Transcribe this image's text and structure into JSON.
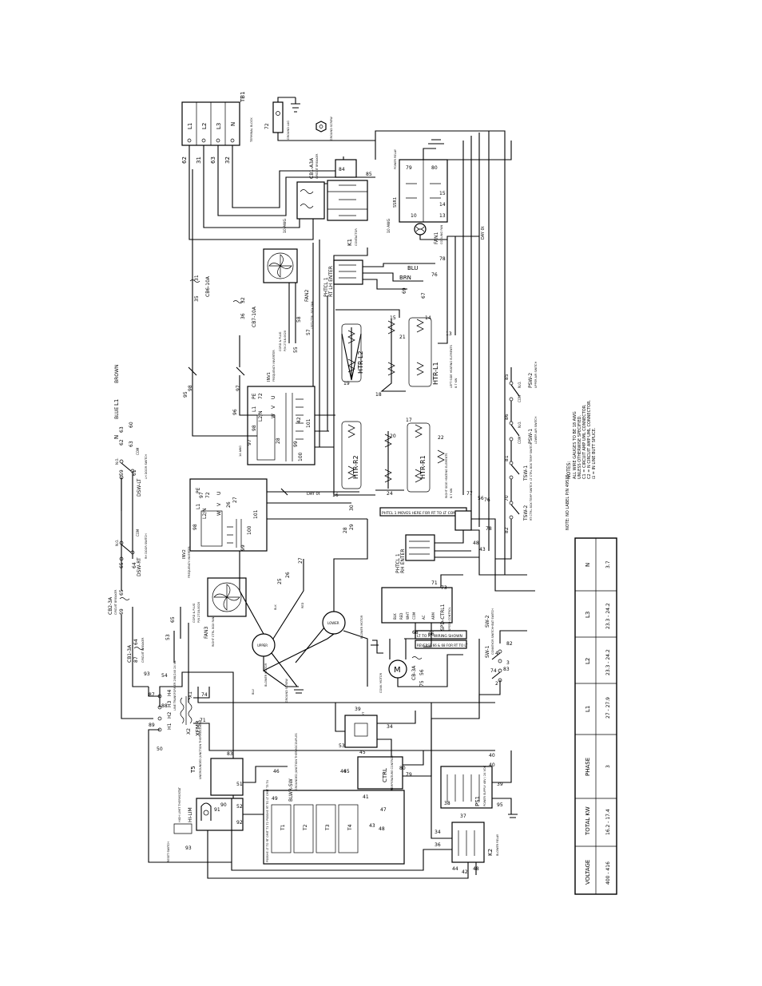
{
  "terminal_block": {
    "title": "TB1",
    "subtitle": "TERMINAL BLOCK",
    "terminals": [
      "L1",
      "L2",
      "L3",
      "N"
    ],
    "wires": [
      "62",
      "31",
      "63",
      "32"
    ],
    "ground_lug": "GROUND LUG",
    "ground_wire": "72",
    "ground_screw": "GROUND SCREW"
  },
  "breakers": [
    {
      "name": "CB1-A3A",
      "desc": "CIRCUIT BREAKER"
    },
    {
      "name": "CB6-10A",
      "wires": [
        "35",
        "31"
      ]
    },
    {
      "name": "CB7-10A",
      "wires": [
        "36",
        "32"
      ]
    },
    {
      "name": "CB2-3A",
      "desc": "CIRCUIT BREAKER",
      "wires": [
        "69",
        "65"
      ]
    },
    {
      "name": "CB1-3A",
      "desc": "CIRCUIT BREAKER",
      "wires": [
        "87",
        "64"
      ]
    },
    {
      "name": "CB-3A",
      "desc": "CIRCUIT BREAKER",
      "wires": [
        "73",
        "56"
      ]
    }
  ],
  "relays": {
    "k1": "K1",
    "k1_desc": "CONTACTOR",
    "ssr1": "SSR1",
    "ssr1_desc": "POWER RELAY",
    "wire_gauge": "10 AWG",
    "relay_wires": [
      "84",
      "85",
      "79",
      "80",
      "13",
      "14",
      "15",
      "10"
    ]
  },
  "fans": {
    "fan1": "FAN1",
    "fan1_desc": "COOLING FAN",
    "fan2": "FAN2",
    "fan2_desc": "LEFT CTRL BOX FAN",
    "fan3": "FAN3",
    "fan3_desc": "RIGHT CTRL BOX FAN",
    "cord": "CORD & PLUG",
    "cord_pn": "P/N 2718-0020"
  },
  "photo": {
    "ph1": "PHTCL 1",
    "ph1_desc": "RT LH ENTER",
    "ph2": "PHTCL 1",
    "ph2_desc": "RH ENTER",
    "note": "PHTCL 1 MOVES HERE FOR RT TO LT CONVEYOR",
    "colors": [
      "BLU",
      "BRN",
      "BLK"
    ],
    "ph_wires": [
      "76",
      "78",
      "69",
      "67"
    ]
  },
  "heaters": {
    "htr_l2": "HTR-L2",
    "htr_l1": "HTR-L1",
    "htr_r2": "HTR-R2",
    "htr_r1": "HTR-R1",
    "left_side": "LEFT SIDE HEATING ELEMENTS",
    "left_spec": "8.7 KW",
    "right_side": "RIGHT SIDE HEATING ELEMENTS",
    "right_spec": "8.7 KW",
    "wires": [
      "19",
      "14",
      "18",
      "21",
      "16",
      "22",
      "24",
      "17",
      "20",
      "13",
      "15"
    ]
  },
  "inverters": {
    "inv1": "INV1",
    "inv1_desc": "FREQUENCY INVERTER",
    "inv2": "INV2",
    "inv2_desc": "FREQUENCY INVERTER",
    "terms": [
      "PE",
      "L1",
      "L2/N",
      "U",
      "V",
      "W"
    ],
    "gauge": "14 AWG",
    "inv_wires": [
      "97",
      "98",
      "72",
      "101",
      "100",
      "99",
      "42",
      "28",
      "26",
      "27",
      "25"
    ]
  },
  "switches": {
    "dsw_lt": "DSW-LT",
    "dsw_lt_desc": "LH DOOR SWITCH",
    "dsw_rt": "DSW-RT",
    "dsw_rt_desc": "RH DOOR SWITCH",
    "com": "COM",
    "no": "N.O.",
    "psw1": "PSW-1",
    "psw1_desc": "LOWER AIR SWITCH",
    "psw2": "PSW-2",
    "psw2_desc": "UPPER AIR SWITCH",
    "tsw1": "TSW-1",
    "tsw1_desc": "LT CTRL BOX TEMP SWITCH",
    "tsw2": "TSW-2",
    "tsw2_desc": "RT CTRL BOX TEMP SWITCH",
    "sw1": "SW-1",
    "sw1_desc": "CONVEYOR SWITCH",
    "sw2": "SW-2",
    "sw2_desc": "HEAT SWITCH",
    "reset": "RESET SWITCH",
    "sw_wires": [
      "59",
      "61",
      "62",
      "63",
      "64",
      "65",
      "85",
      "86",
      "81",
      "70",
      "82",
      "74",
      "83",
      "3",
      "4",
      "2"
    ]
  },
  "motors": {
    "upper": "UPPER",
    "lower": "LOWER",
    "blower_left": "BLOWER MOTOR",
    "blower_right": "BLOWER MOTOR",
    "conveyor": "CONV. MOTOR",
    "ground": "GROUND SCREW",
    "mtr_label": "M",
    "mtr_colors": [
      "BLU",
      "WHT",
      "RED",
      "BLK"
    ]
  },
  "speed_ctrl": {
    "name": "SPD-CTRL1",
    "desc": "SPEED CONTROL",
    "note_line1": "LT TO RT WIRING SHOWN",
    "note_line2": "REVERSE 66 & 68 FOR RT TO LT",
    "cb": "CB-3A",
    "wires": [
      "71",
      "73",
      "66",
      "68",
      "56",
      "75"
    ],
    "leads": [
      "BLK",
      "RED",
      "WHT",
      "COM",
      "AC",
      "ARM"
    ]
  },
  "transformer": {
    "name": "XFMR",
    "desc": "LINE TRANSFORMER 208/240 24 VA",
    "taps": [
      "H4",
      "H3",
      "H2",
      "H1",
      "X2",
      "X1"
    ],
    "wires": [
      "87",
      "88",
      "89",
      "54",
      "71",
      "74",
      "93",
      "50"
    ]
  },
  "hi_limit": {
    "name": "HI-LIM",
    "desc": "HIGH LIMIT THERMOSTAT",
    "t5": "T5",
    "t5_desc": "UNGROUNDED JUNCTION THERMOCOUPLE",
    "wires": [
      "91",
      "90",
      "93",
      "92",
      "83",
      "51",
      "52"
    ]
  },
  "blower_sw": {
    "name": "BLWR-SW",
    "desc": "GROUNDED JUNCTION THERMOCOUPLES",
    "t_labels": [
      "T1",
      "T2",
      "T3",
      "T4"
    ],
    "note": "PSBSHE LT TO RT OMIT T1 T2 PSBSHE RT TO LT OMIT T3 T4",
    "wires": [
      "46",
      "49",
      "53",
      "41",
      "45",
      "47",
      "48",
      "43",
      "34",
      "39",
      "42"
    ]
  },
  "temp_ctrl": {
    "name": "CTRL",
    "desc": "TEMPERATURE CONTROL",
    "wires": [
      "80",
      "79",
      "40",
      "45",
      "46"
    ]
  },
  "power_supply": {
    "name": "PS1",
    "desc": "POWER SUPPLY 48V / 24 VDC",
    "wires": [
      "38",
      "37",
      "39",
      "95",
      "40"
    ],
    "k2": "K2",
    "k2_desc": "BLOWER RELAY",
    "k2_wires": [
      "42",
      "44",
      "48",
      "36",
      "34"
    ]
  },
  "wire_callouts": {
    "day_top": "DAY 0t",
    "day_mid": "DAY 0t",
    "brown": "BROWN",
    "blue": "BLUE",
    "l1": "L1",
    "n": "N",
    "misc": [
      "95",
      "96",
      "57",
      "58",
      "55",
      "30",
      "29",
      "28",
      "44",
      "43",
      "48",
      "78",
      "76",
      "77",
      "56",
      "53",
      "65",
      "63",
      "60"
    ]
  },
  "notes": {
    "title": "NOTES:",
    "lines": [
      "ALL WIRE GAUGES TO BE 18 AWG",
      "UNLESS OTHERWISE SPECIFIED.",
      "C1 = CIRCUIT AMP UML CONNECTOR.",
      "C2 = N CIRCUIT AMP UML CONNECTOR.",
      "⊡ = IN LINE BUTT SPLICE."
    ],
    "label": "NOTE: NO LABEL P/N 49535"
  },
  "spec_table": {
    "headers": [
      "VOLTAGE",
      "TOTAL KW",
      "PHASE",
      "L1",
      "L2",
      "L3",
      "N"
    ],
    "row": [
      "400 - 416",
      "16.2 - 17.4",
      "3",
      "27 - 27.9",
      "23.3 - 24.2",
      "23.3 - 24.2",
      "3.7"
    ]
  }
}
